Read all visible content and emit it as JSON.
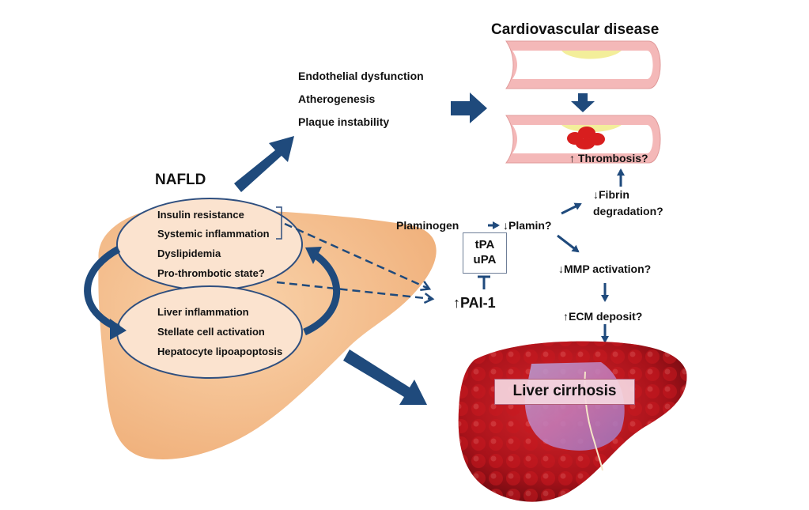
{
  "title": "Cardiovascular disease",
  "nafld_label": "NAFLD",
  "cv_effects": [
    "Endothelial dysfunction",
    "Atherogenesis",
    "Plaque instability"
  ],
  "systemic_factors": [
    "Insulin resistance",
    "Systemic inflammation",
    "Dyslipidemia",
    "Pro-thrombotic state?"
  ],
  "liver_factors": [
    "Liver inflammation",
    "Stellate cell activation",
    "Hepatocyte lipoapoptosis"
  ],
  "fibrinolysis": {
    "plasminogen": "Plaminogen",
    "plasmin": "↓Plamin?",
    "activators": [
      "tPA",
      "uPA"
    ],
    "inhibitor": "↑PAI-1"
  },
  "outcomes": {
    "thrombosis": "↑ Thrombosis?",
    "fibrin_line1": "↓Fibrin",
    "fibrin_line2": "degradation?",
    "mmp": "↓MMP activation?",
    "ecm": "↑ECM deposit?",
    "cirrhosis": "Liver cirrhosis"
  },
  "colors": {
    "arrow": "#1f4a7c",
    "liver_tan": "#f4b884",
    "ellipse_fill": "#fbe3cf",
    "vessel_wall": "#f4b8b8",
    "plaque": "#f3ee9a",
    "clot": "#d81e1e",
    "cirrhotic_liver": "#b5161c"
  }
}
